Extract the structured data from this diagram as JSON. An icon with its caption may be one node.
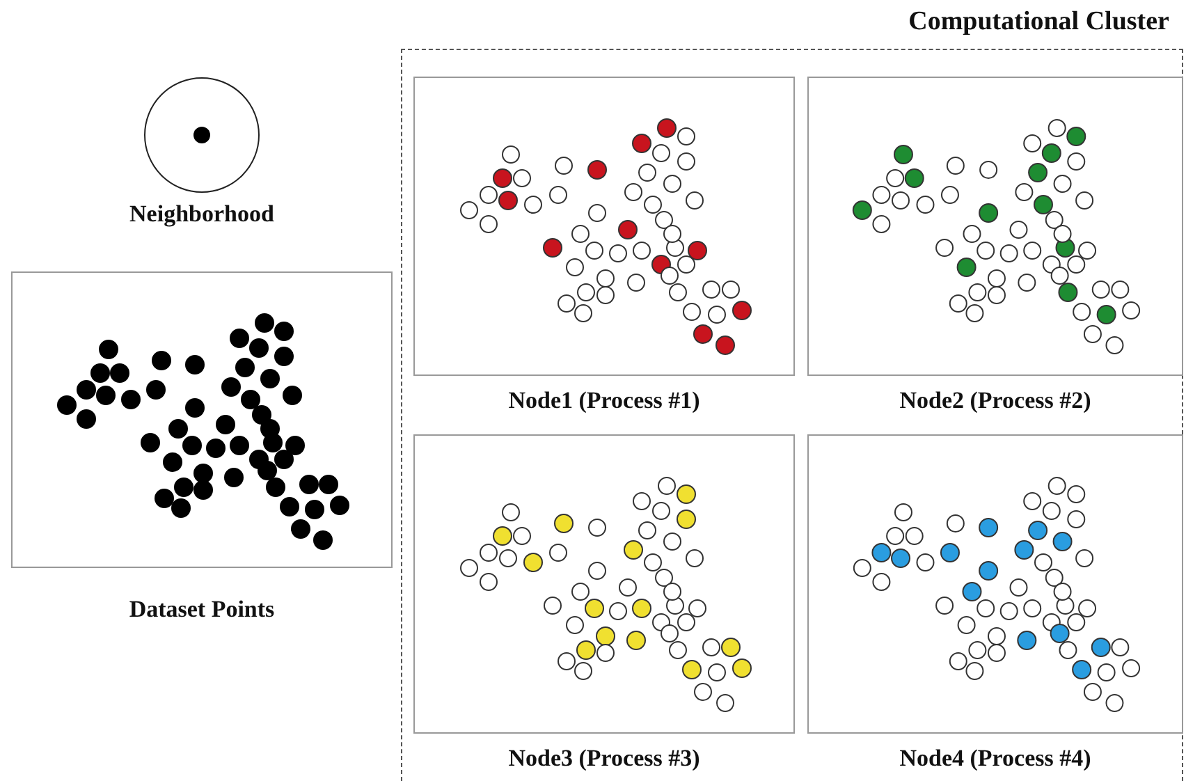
{
  "diagram": {
    "nodes": [
      {
        "text": [
          "Neighborhood"
        ]
      },
      {
        "text": [
          "Dataset Points"
        ]
      },
      {
        "text": [
          "Computational Cluster"
        ]
      },
      {
        "text": [
          "Node1 (Process #1)"
        ],
        "in": 2
      },
      {
        "text": [
          "Node2 (Process #2)"
        ],
        "in": 2
      },
      {
        "text": [
          "Node3 (Process #3)"
        ],
        "in": 2
      },
      {
        "text": [
          "Node4 (Process #4)"
        ],
        "in": 2
      }
    ],
    "edges": []
  }
}
